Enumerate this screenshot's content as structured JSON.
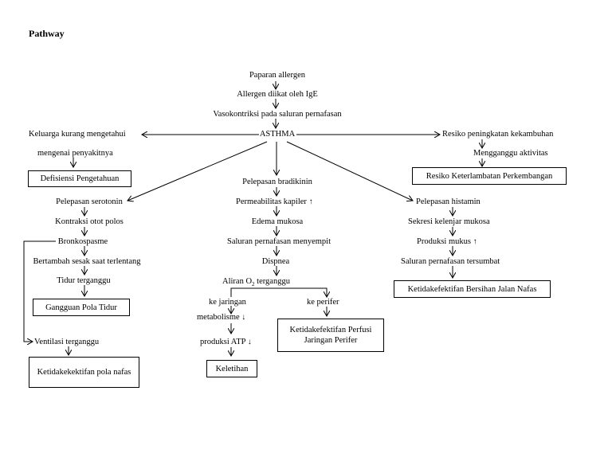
{
  "title": "Pathway",
  "center": {
    "allergen_exposure": "Paparan allergen",
    "allergen_bound": "Allergen diikat oleh IgE",
    "vasoconstriction": "Vasokontriksi pada saluran pernafasan",
    "asthma": "ASTHMA"
  },
  "left_top": {
    "family_line1": "Keluarga kurang mengetahui",
    "family_line2": "mengenai penyakitnya",
    "box_knowledge": "Defisiensi Pengetahuan"
  },
  "right_top": {
    "recurrence_risk": "Resiko peningkatan kekambuhan",
    "activity_disrupted": "Mengganggu aktivitas",
    "box_development": "Resiko Keterlambatan Perkembangan"
  },
  "left_branch": {
    "serotonin": "Pelepasan serotonin",
    "smooth_muscle": "Kontraksi otot polos",
    "bronchospasm": "Bronkospasme",
    "dyspnea_supine": "Bertambah sesak saat terlentang",
    "sleep_disturbed": "Tidur terganggu",
    "box_sleep": "Gangguan Pola Tidur",
    "ventilation": "Ventilasi terganggu",
    "box_breathing": "Ketidakekektifan pola nafas"
  },
  "middle_branch": {
    "bradykinin": "Pelepasan bradikinin",
    "capillary_permeability": "Permeabilitas kapiler",
    "mucosal_edema": "Edema mukosa",
    "airway_narrowing": "Saluran pernafasan menyempit",
    "dyspnea": "Dispnea",
    "o2_flow_prefix": "Aliran O",
    "o2_flow_sub": "2",
    "o2_flow_suffix": " terganggu",
    "to_tissue": "ke jaringan",
    "metabolism": "metabolisme",
    "atp_production": "produksi ATP",
    "box_fatigue": "Keletihan",
    "to_peripheral": "ke perifer",
    "box_perfusion": "Ketidakefektifan Perfusi Jaringan Perifer"
  },
  "right_branch": {
    "histamine": "Pelepasan histamin",
    "gland_secretion": "Sekresi kelenjar mukosa",
    "mucus_production": "Produksi mukus",
    "airway_blocked": "Saluran pernafasan tersumbat",
    "box_airway": "Ketidakefektifan Bersihan Jalan Nafas"
  },
  "symbols": {
    "up_arrow": "↑",
    "down_arrow": "↓"
  }
}
